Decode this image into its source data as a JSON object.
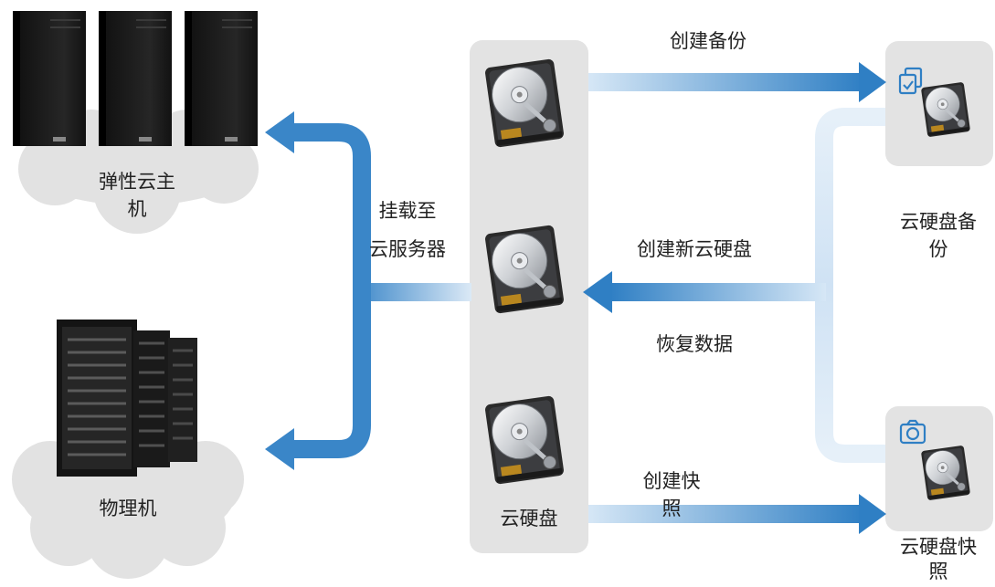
{
  "nodes": {
    "elastic_host": {
      "line1": "弹性云主",
      "line2": "机"
    },
    "physical_machine": {
      "label": "物理机"
    },
    "cloud_disk": {
      "label": "云硬盘"
    },
    "disk_backup": {
      "line1": "云硬盘备",
      "line2": "份"
    },
    "disk_snapshot": {
      "line1": "云硬盘快",
      "line2": "照"
    }
  },
  "edges": {
    "mount": {
      "line1": "挂载至",
      "line2": "云服务器"
    },
    "create_backup": {
      "label": "创建备份"
    },
    "create_new_disk": {
      "label": "创建新云硬盘"
    },
    "restore_data": {
      "label": "恢复数据"
    },
    "create_snapshot": {
      "line1": "创建快",
      "line2": "照"
    }
  },
  "colors": {
    "arrow": "#3a86c8",
    "arrow_light": "#cfe3f4",
    "panel": "#e3e3e3",
    "cloud": "#e2e2e2",
    "box": "#1c1c1c"
  },
  "icons": [
    "tower-server-icon",
    "rack-server-icon",
    "hard-disk-icon",
    "backup-copy-icon",
    "camera-icon"
  ]
}
